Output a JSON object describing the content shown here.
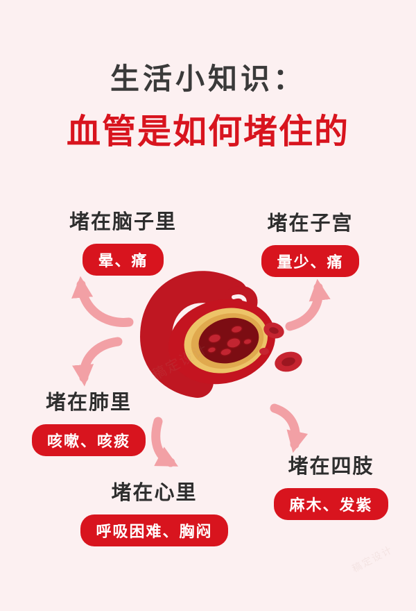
{
  "page": {
    "title": "生活小知识：",
    "subtitle": "血管是如何堵住的",
    "bg_color": "#fcf0f1",
    "accent_color": "#d8141e",
    "arrow_color": "#f2a0a5"
  },
  "illustration": {
    "name": "blocked-blood-vessel",
    "description": "artery cross-section clogged with plaque and blood cells"
  },
  "labels": [
    {
      "id": "brain",
      "title": "堵在脑子里",
      "symptoms": "晕、痛"
    },
    {
      "id": "uterus",
      "title": "堵在子宫",
      "symptoms": "量少、痛"
    },
    {
      "id": "lung",
      "title": "堵在肺里",
      "symptoms": "咳嗽、咳痰"
    },
    {
      "id": "heart",
      "title": "堵在心里",
      "symptoms": "呼吸困难、胸闷"
    },
    {
      "id": "limbs",
      "title": "堵在四肢",
      "symptoms": "麻木、发紫"
    }
  ],
  "watermark": "稿定设计"
}
